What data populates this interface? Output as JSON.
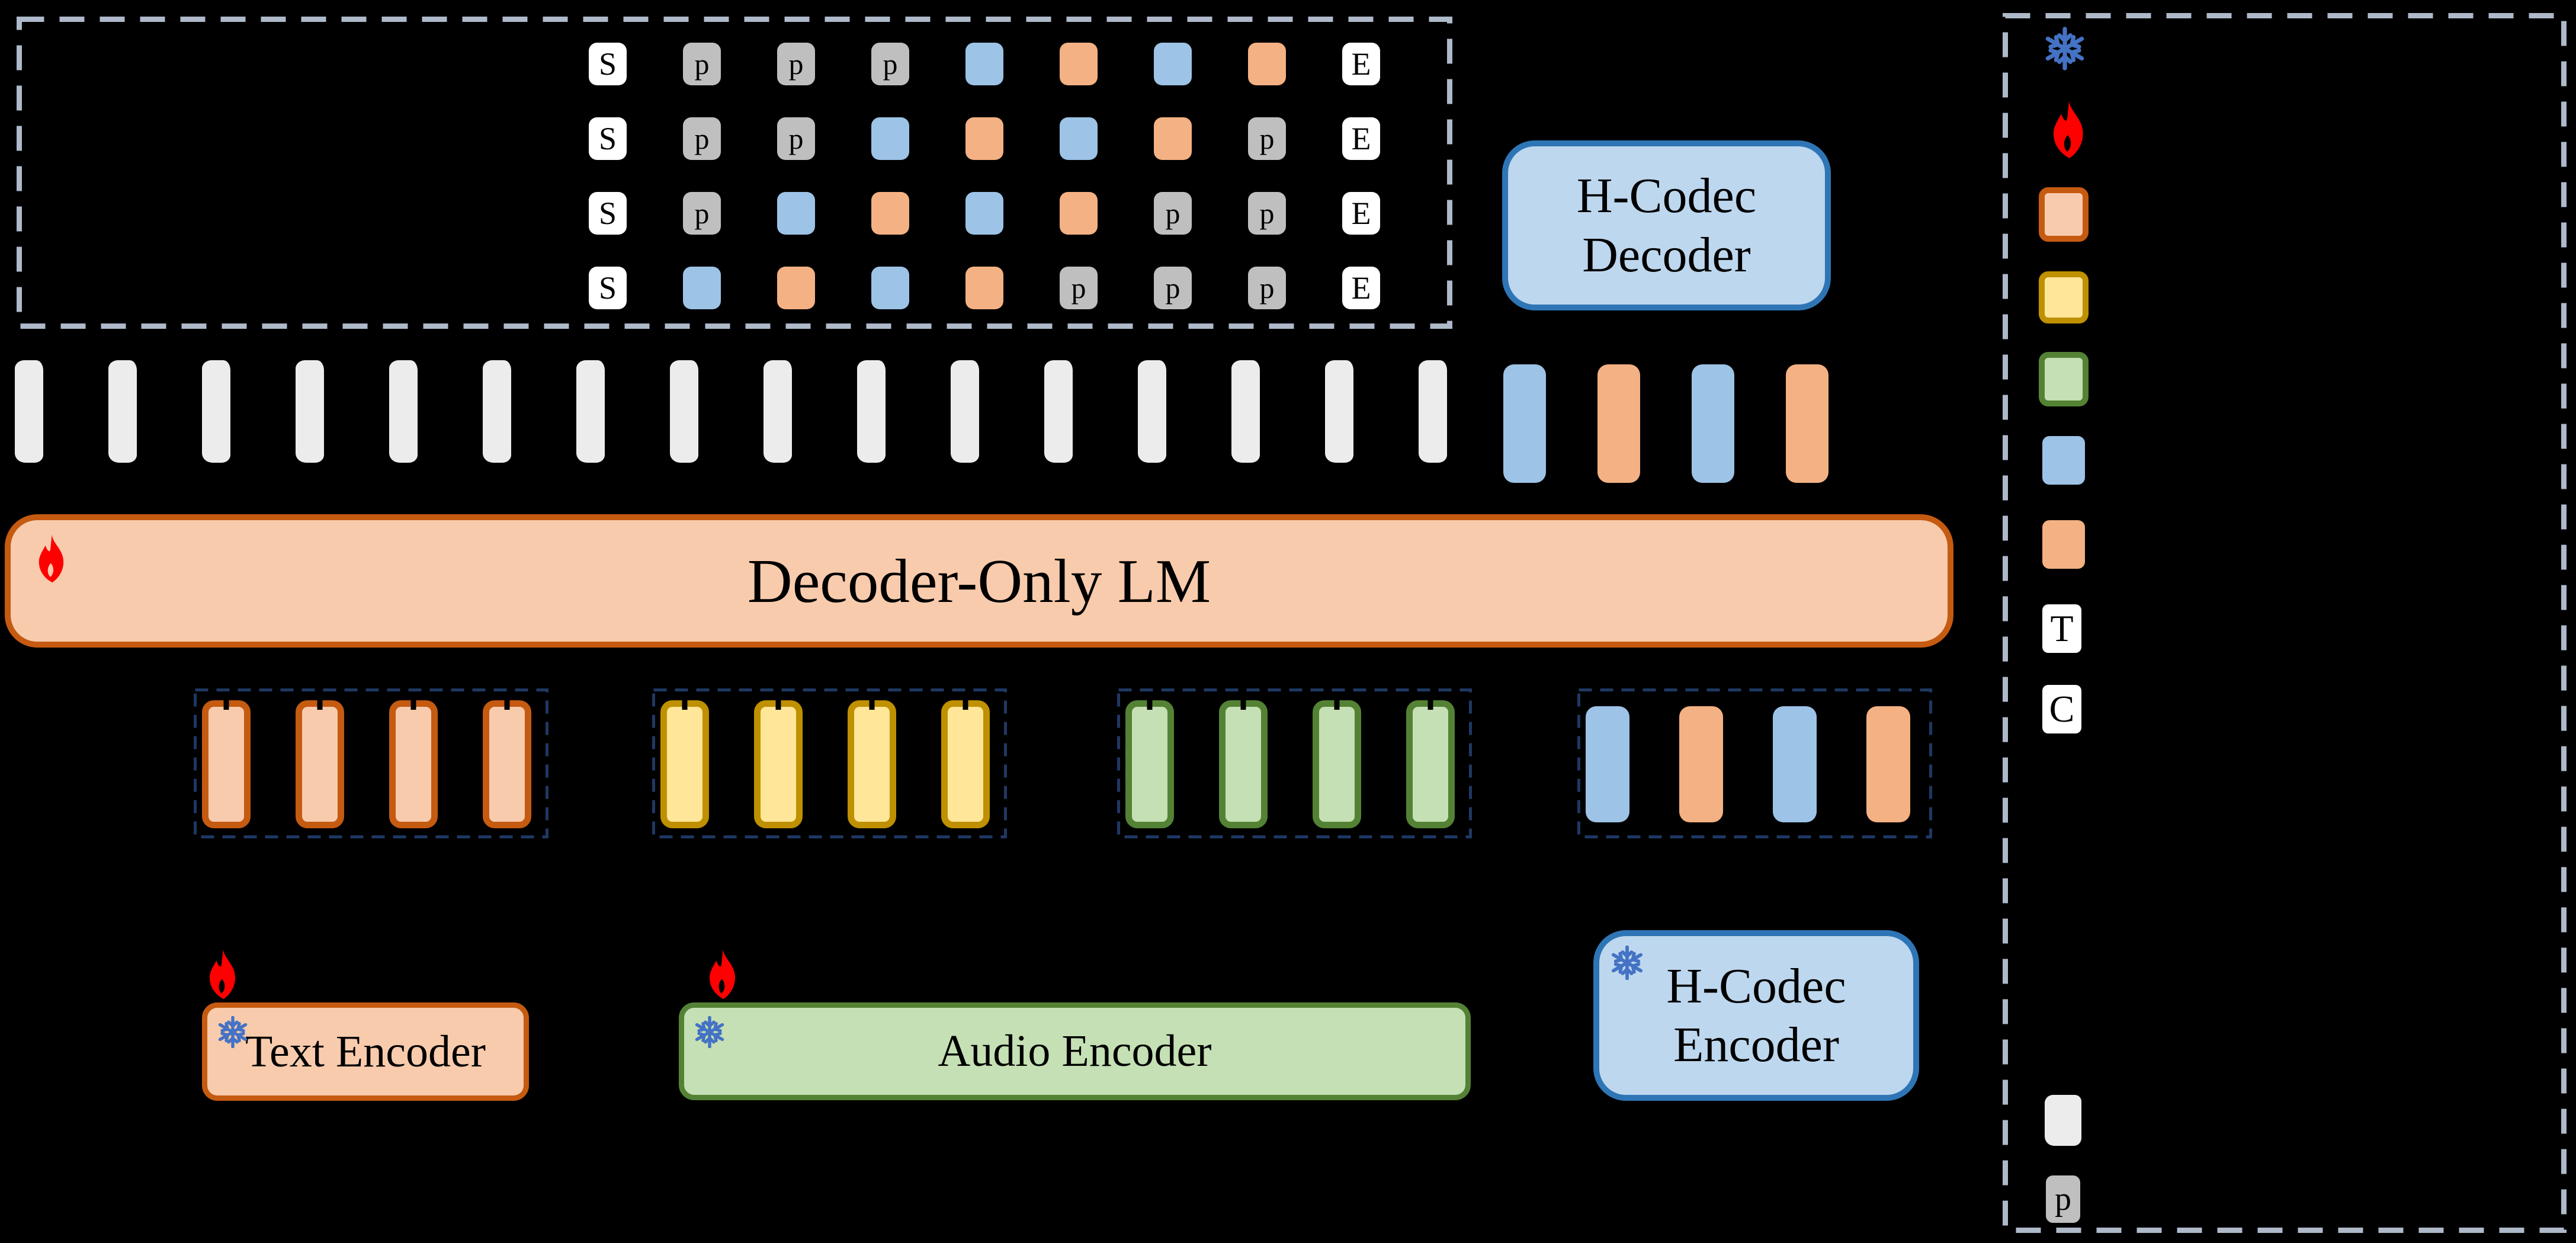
{
  "figure": {
    "description": "Speech-text decoder-only LM architecture diagram",
    "background": "#000000"
  },
  "palette": {
    "peach_fill": "#F8CBAD",
    "peach_border": "#C55A11",
    "lightblue_fill": "#BDD7EE",
    "lightblue_border": "#2E75B6",
    "green_fill": "#C5E0B4",
    "green_border": "#548235",
    "yellow_fill": "#FFE699",
    "yellow_border": "#BF9000",
    "token_blue": "#9DC3E6",
    "token_orange": "#F4B183",
    "token_gray": "#BFBFBF",
    "token_white": "#FFFFFF",
    "hidden_token": "#ECECEC",
    "outer_dash": "#AEB9CA",
    "inner_dash": "#1F3864",
    "fire": "#FF0000",
    "snowflake": "#4472C4"
  },
  "sequence_panel": {
    "rows": [
      {
        "tokens": [
          "S",
          "p",
          "p",
          "p",
          "blue",
          "orange",
          "blue",
          "orange",
          "E"
        ]
      },
      {
        "tokens": [
          "S",
          "p",
          "p",
          "blue",
          "orange",
          "blue",
          "orange",
          "p",
          "E"
        ]
      },
      {
        "tokens": [
          "S",
          "p",
          "blue",
          "orange",
          "blue",
          "orange",
          "p",
          "p",
          "E"
        ]
      },
      {
        "tokens": [
          "S",
          "blue",
          "orange",
          "blue",
          "orange",
          "p",
          "p",
          "p",
          "E"
        ]
      }
    ]
  },
  "hidden_state_row": {
    "white_token_count": 16,
    "generated_tokens": [
      "blue",
      "orange",
      "blue",
      "orange"
    ]
  },
  "lm": {
    "label": "Decoder-Only LM",
    "status_icon": "fire-icon"
  },
  "embedding_groups": [
    {
      "name": "orange-embedding-group",
      "color": "orange",
      "token_count": 4
    },
    {
      "name": "yellow-embedding-group",
      "color": "yellow",
      "token_count": 4
    },
    {
      "name": "green-embedding-group",
      "color": "green",
      "token_count": 4
    },
    {
      "name": "mixed-embedding-group",
      "colors": [
        "blue",
        "orange",
        "blue",
        "orange"
      ]
    }
  ],
  "modules": {
    "hcodec_decoder": {
      "label_line1": "H-Codec",
      "label_line2": "Decoder"
    },
    "text_encoder": {
      "label": "Text Encoder",
      "icons": [
        "fire-icon",
        "snowflake-icon"
      ]
    },
    "audio_encoder": {
      "label": "Audio Encoder",
      "icons": [
        "fire-icon",
        "snowflake-icon"
      ]
    },
    "hcodec_encoder": {
      "label_line1": "H-Codec",
      "label_line2": "Encoder",
      "icons": [
        "snowflake-icon"
      ]
    }
  },
  "legend": {
    "items": [
      {
        "icon": "snowflake-icon"
      },
      {
        "icon": "fire-icon"
      },
      {
        "swatch": "orange-bordered"
      },
      {
        "swatch": "yellow-bordered"
      },
      {
        "swatch": "green-bordered"
      },
      {
        "swatch": "blue-flat"
      },
      {
        "swatch": "orange-flat"
      },
      {
        "letter": "T"
      },
      {
        "letter": "C"
      },
      {
        "swatch": "white-hidden"
      },
      {
        "letter": "p"
      }
    ]
  }
}
